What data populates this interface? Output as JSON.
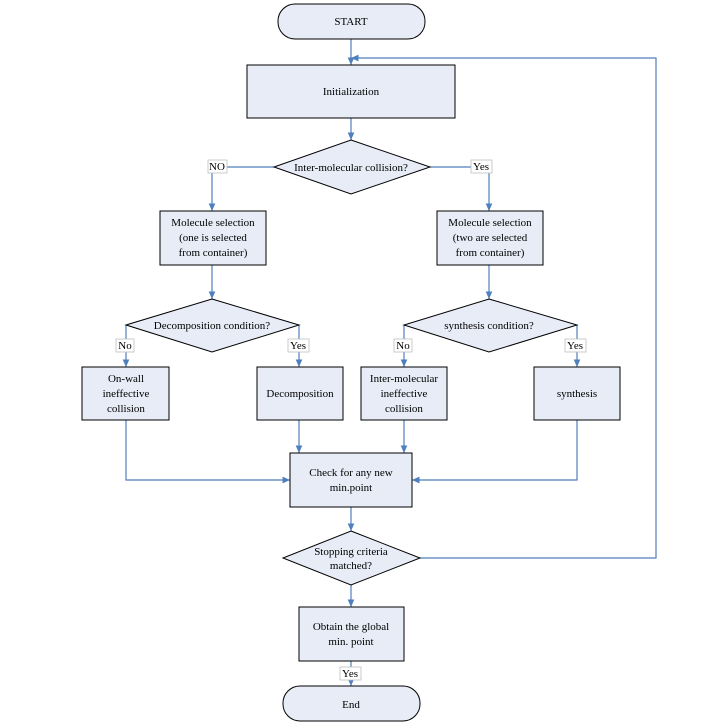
{
  "colors": {
    "node_fill": "#e7ecf6",
    "node_stroke": "#000000",
    "edge": "#4f7fbd"
  },
  "nodes": {
    "start": "START",
    "init": "Initialization",
    "inter_q": "Inter-molecular collision?",
    "sel_left": [
      "Molecule selection",
      "(one is selected",
      "from container)"
    ],
    "sel_right": [
      "Molecule selection",
      "(two are selected",
      "from container)"
    ],
    "decomp_q": "Decomposition condition?",
    "synth_q": "synthesis condition?",
    "onwall": [
      "On-wall",
      "ineffective",
      "collision"
    ],
    "decomp": "Decomposition",
    "inter_ineff": [
      "Inter-molecular",
      "ineffective",
      "collision"
    ],
    "synthesis": "synthesis",
    "check": [
      "Check for any new",
      "min.point"
    ],
    "stop_q": [
      "Stopping criteria",
      "matched?"
    ],
    "obtain": [
      "Obtain the global",
      "min. point"
    ],
    "end": "End"
  },
  "edge_labels": {
    "inter_no": "NO",
    "inter_yes": "Yes",
    "decomp_no": "No",
    "decomp_yes": "Yes",
    "synth_no": "No",
    "synth_yes": "Yes",
    "stop_yes": "Yes"
  }
}
